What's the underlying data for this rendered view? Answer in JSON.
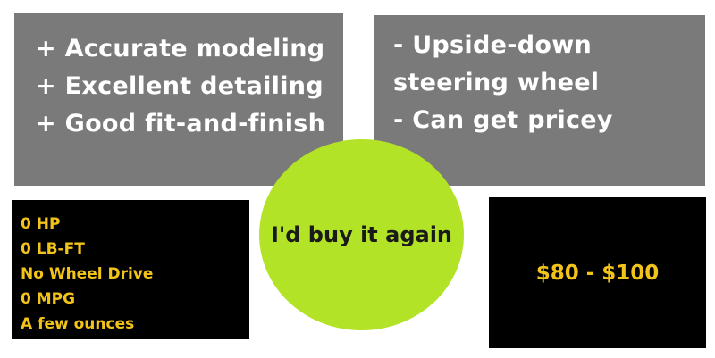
{
  "pros": {
    "items": [
      "+ Accurate modeling",
      "+ Excellent detailing",
      "+ Good fit-and-finish"
    ]
  },
  "cons": {
    "items": [
      "- Upside-down",
      "steering wheel",
      "- Can get pricey"
    ]
  },
  "specs": {
    "items": [
      "0 HP",
      "0 LB-FT",
      "No Wheel Drive",
      "0 MPG",
      "A few ounces"
    ]
  },
  "verdict": {
    "text": "I'd buy it again"
  },
  "price": {
    "text": "$80 - $100"
  },
  "colors": {
    "panel_gray": "#7a7a7a",
    "panel_black": "#000000",
    "accent_yellow": "#f2c318",
    "circle_green": "#b3e327",
    "text_white": "#ffffff"
  }
}
